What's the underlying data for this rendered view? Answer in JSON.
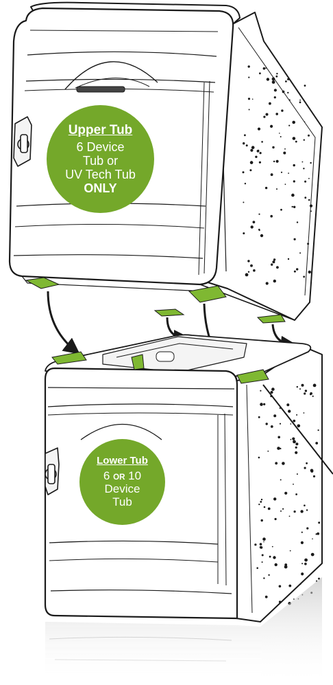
{
  "upper_tub": {
    "title": "Upper Tub",
    "line1": "6 Device",
    "line2": "Tub or",
    "line3": "UV Tech Tub",
    "line4": "ONLY"
  },
  "lower_tub": {
    "title": "Lower Tub",
    "line1_number_a": "6",
    "line1_or": "OR",
    "line1_number_b": "10",
    "line2": "Device",
    "line3": "Tub"
  },
  "colors": {
    "badge_green": "#74a82a",
    "latch_green": "#7fb832",
    "outline": "#1a1a1a"
  }
}
